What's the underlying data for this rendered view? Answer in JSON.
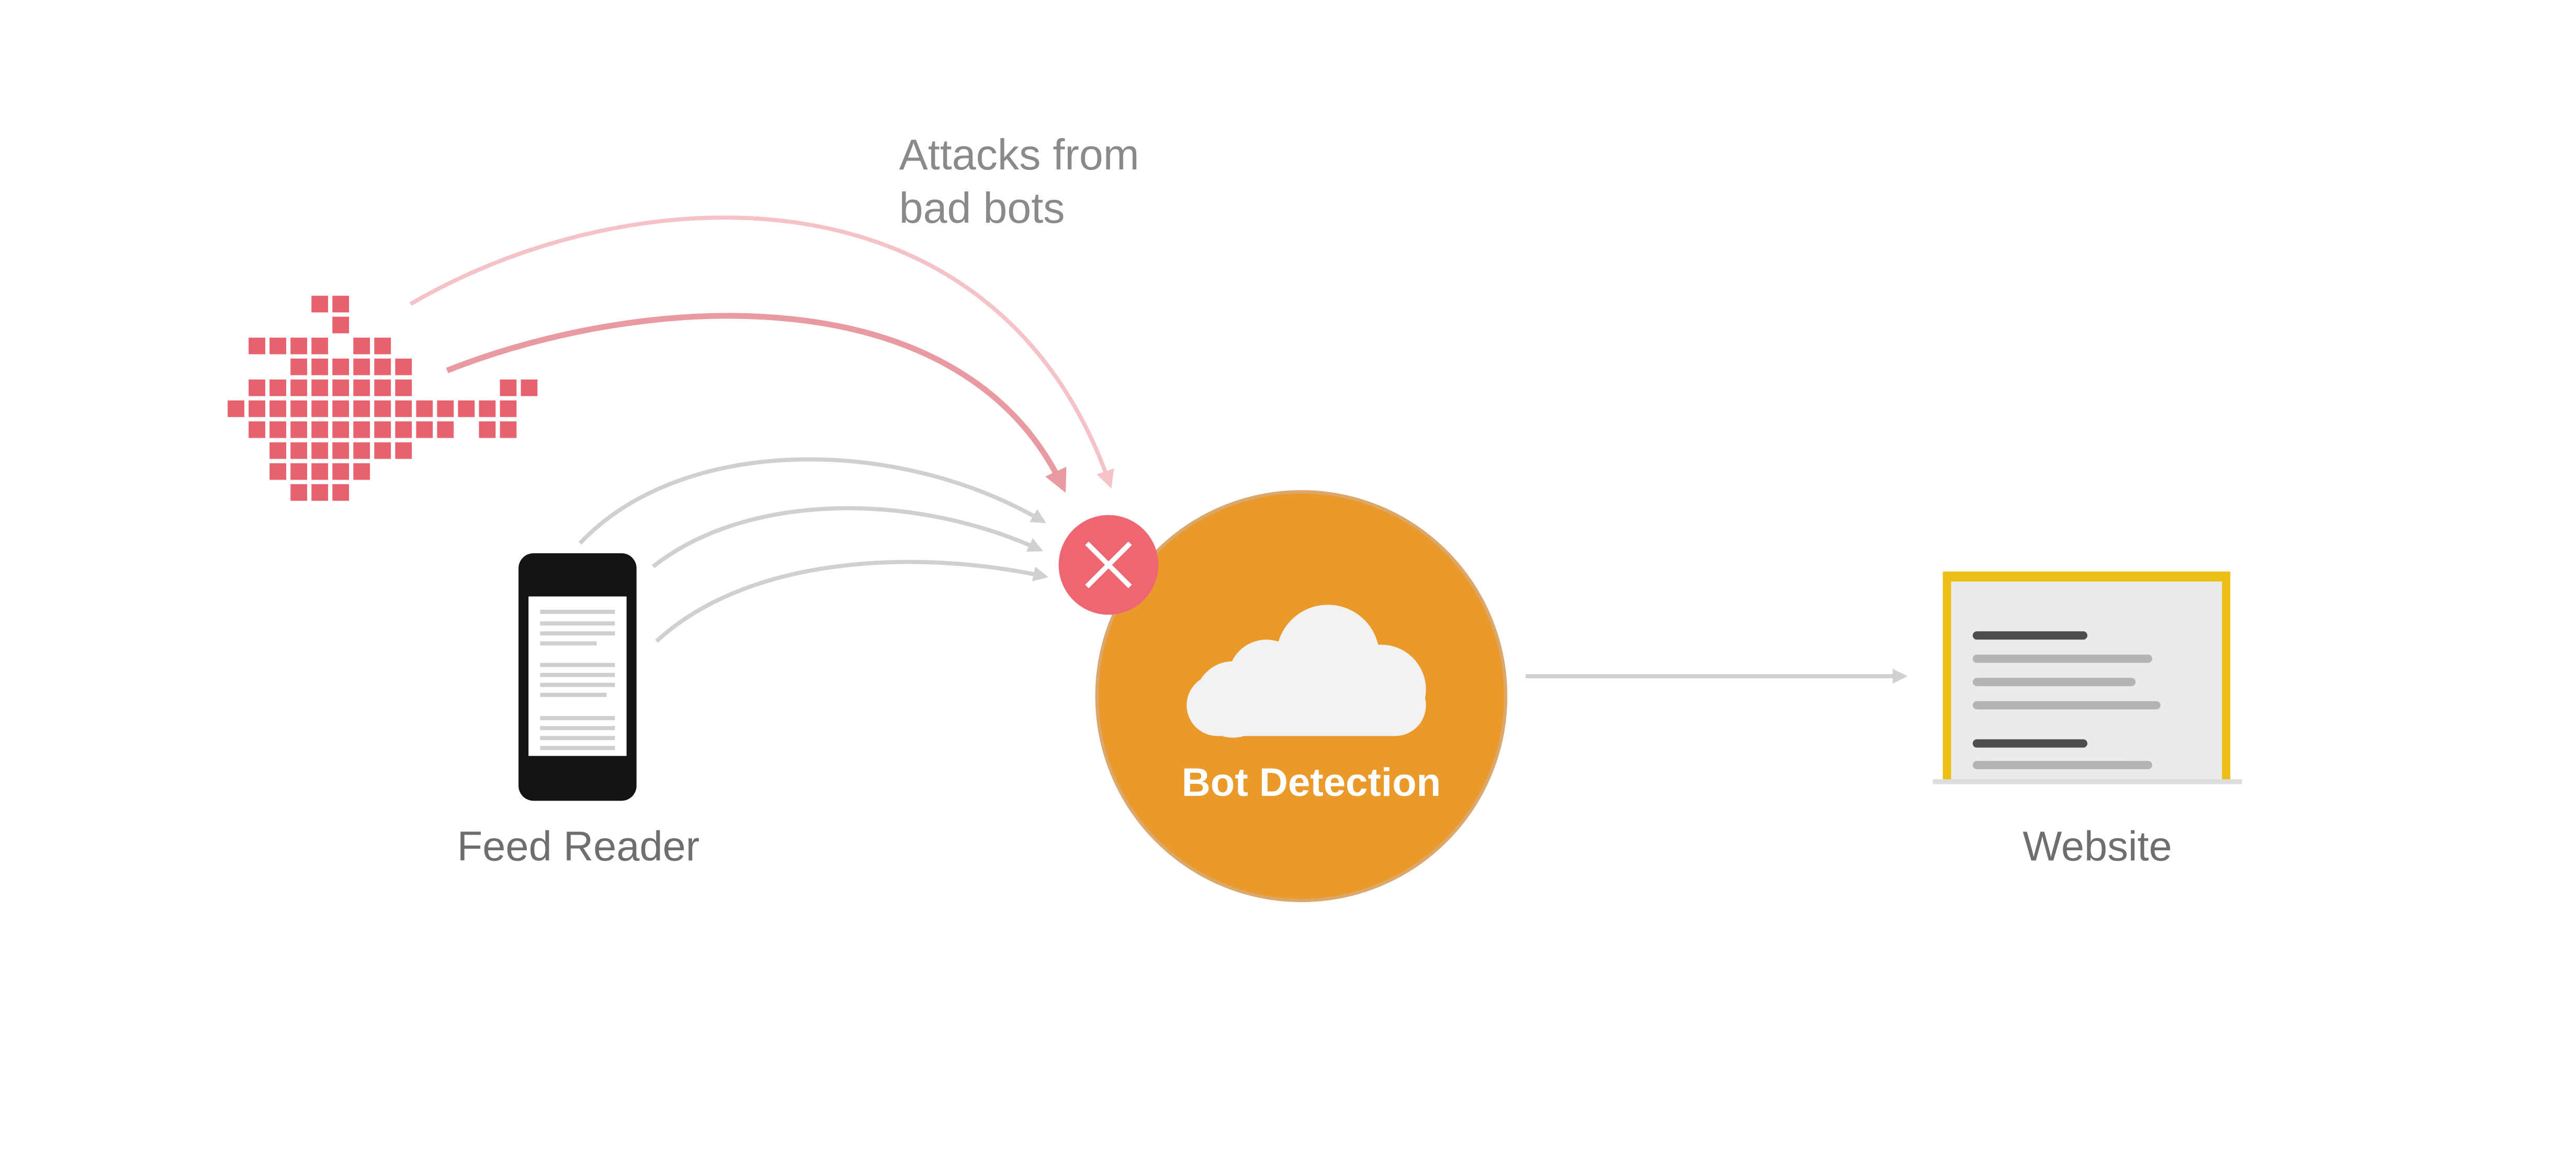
{
  "labels": {
    "attacks_line1": "Attacks from",
    "attacks_line2": "bad bots",
    "feed_reader": "Feed Reader",
    "bot_detection": "Bot Detection",
    "website": "Website"
  },
  "colors": {
    "bot_red": "#e8616f",
    "bot_arrow_strong": "#e99aa0",
    "bot_arrow_light": "#f5c3c7",
    "gray_arrow": "#d0d0d0",
    "block_red": "#ef6673",
    "detection_orange": "#e99a2b",
    "detection_ring": "#dca76b",
    "cloud": "#f2f2f2",
    "phone_body": "#141414",
    "website_frame": "#edbe16",
    "website_screen": "#ebebeb",
    "text_dark_gray": "#6e6e6e",
    "text_light_gray": "#8a8a8a"
  },
  "icons": {
    "bot_swarm": "bird-pixel-swarm-icon",
    "phone": "phone-icon",
    "block": "close-icon",
    "cloud": "cloud-icon",
    "laptop": "laptop-icon"
  }
}
